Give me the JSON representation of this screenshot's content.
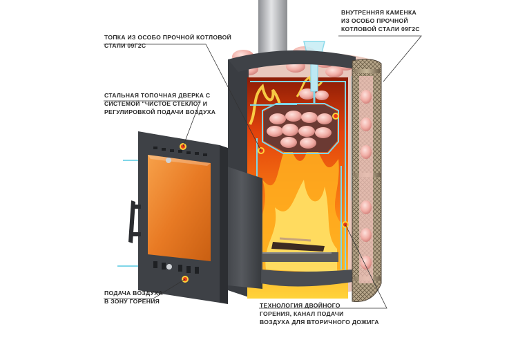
{
  "diagram": {
    "callouts": {
      "firebox": {
        "lines": [
          "ТОПКА ИЗ ОСОБО ПРОЧНОЙ КОТЛОВОЙ",
          "СТАЛИ 09Г2С"
        ]
      },
      "door": {
        "lines": [
          "СТАЛЬНАЯ ТОПОЧНАЯ ДВЕРКА С",
          "СИСТЕМОЙ \"ЧИСТОЕ СТЕКЛО\" И",
          "РЕГУЛИРОВКОЙ ПОДАЧИ ВОЗДУХА"
        ]
      },
      "air_supply": {
        "lines": [
          "ПОДАЧА ВОЗДУХА",
          "В ЗОНУ ГОРЕНИЯ"
        ]
      },
      "inner_stones": {
        "lines": [
          "ВНУТРЕННЯЯ КАМЕНКА",
          "ИЗ ОСОБО ПРОЧНОЙ",
          "КОТЛОВОЙ СТАЛИ 09Г2С"
        ]
      },
      "double_burn": {
        "lines": [
          "ТЕХНОЛОГИЯ ДВОЙНОГО",
          "ГОРЕНИЯ, КАНАЛ ПОДАЧИ",
          "ВОЗДУХА ДЛЯ ВТОРИЧНОГО ДОЖИГА"
        ]
      }
    },
    "colors": {
      "steel": "#4a4d52",
      "steel_dark": "#2f3135",
      "fire": "#f36a12",
      "fire_light": "#ffcf3a",
      "glass": "#f08a2a",
      "stone": "#f3b7b0",
      "airflow": "#7fd6e8",
      "marker": "#e53a1a"
    },
    "icons": [
      "water-ladle-icon",
      "airflow-arrow-icon",
      "marker-dot-icon"
    ]
  }
}
